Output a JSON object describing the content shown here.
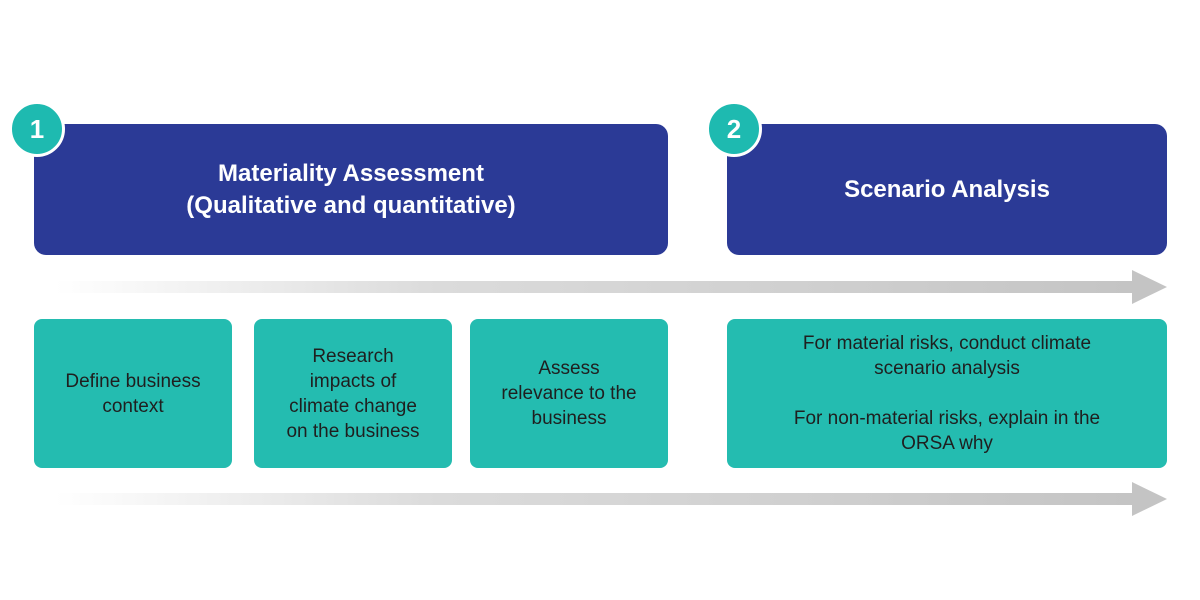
{
  "phases": [
    {
      "number": "1",
      "title_lines": [
        "Materiality Assessment",
        "(Qualitative and quantitative)"
      ]
    },
    {
      "number": "2",
      "title_lines": [
        "Scenario Analysis"
      ]
    }
  ],
  "steps": [
    {
      "lines": [
        "Define business",
        "context"
      ]
    },
    {
      "lines": [
        "Research",
        "impacts of",
        "climate change",
        "on the business"
      ]
    },
    {
      "lines": [
        "Assess",
        "relevance to the",
        "business"
      ]
    }
  ],
  "scenario_step": {
    "paragraph1": [
      "For material risks, conduct climate",
      "scenario analysis"
    ],
    "paragraph2": [
      "For non-material risks, explain in the",
      "ORSA why"
    ]
  },
  "colors": {
    "header": "#2b3a96",
    "teal": "#24bcb0",
    "arrow": "#cccccc"
  }
}
